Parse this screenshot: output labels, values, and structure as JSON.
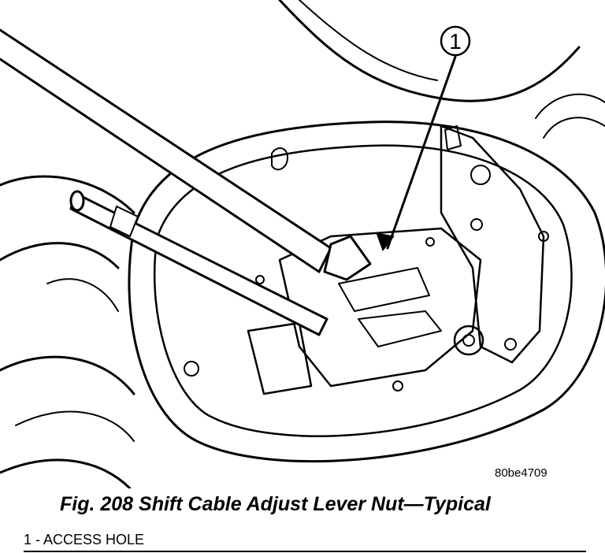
{
  "figure": {
    "callout_number": "1",
    "image_id": "80be4709",
    "caption": "Fig. 208 Shift Cable Adjust Lever Nut—Typical",
    "legend": "1 - ACCESS HOLE"
  }
}
